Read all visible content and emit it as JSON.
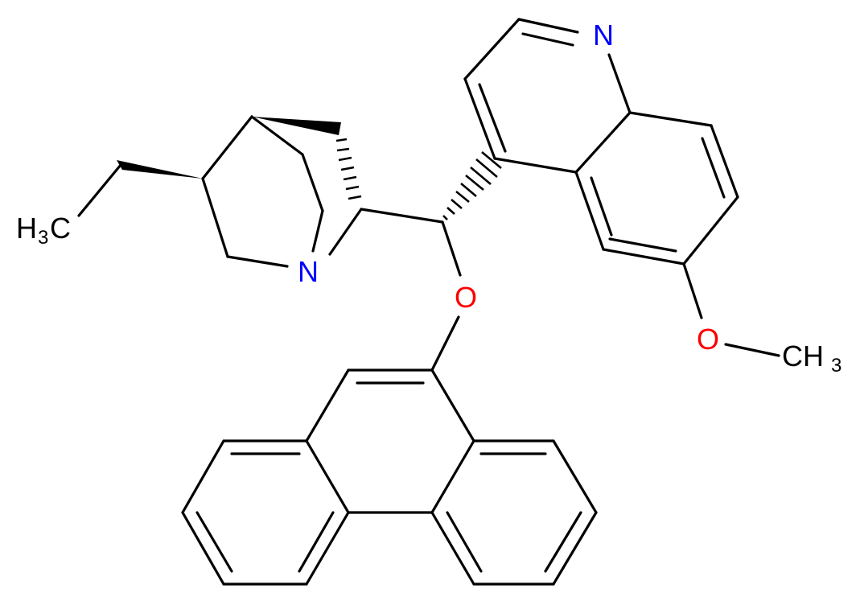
{
  "molecule": {
    "atom_labels": {
      "quinoline_n": "N",
      "quinuclidine_n": "N",
      "ether_o": "O",
      "methoxy_o": "O",
      "h3c_h": "H",
      "h3c_sub": "3",
      "h3c_c": "C",
      "ch3_c": "CH",
      "ch3_sub": "3"
    },
    "colors": {
      "nitrogen": "#0000ff",
      "oxygen": "#ff0000",
      "carbon": "#000000",
      "bond": "#000000"
    }
  }
}
